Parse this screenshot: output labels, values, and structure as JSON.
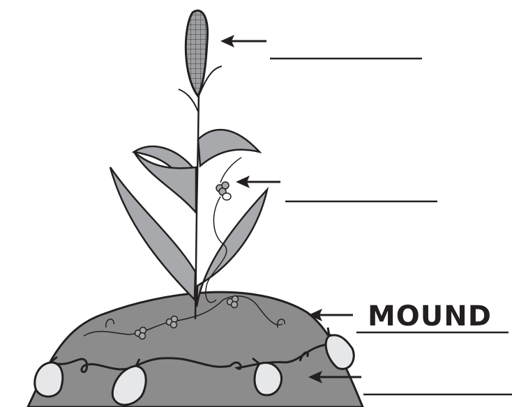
{
  "labels": [
    {
      "id": "corn-ear",
      "text": ""
    },
    {
      "id": "bean",
      "text": ""
    },
    {
      "id": "mound",
      "text": "MOUND"
    },
    {
      "id": "squash",
      "text": ""
    }
  ],
  "colors": {
    "outline": "#231f20",
    "leaf_fill": "#a7a9ac",
    "mound_fill": "#8c8c8c",
    "light_fill": "#e6e7e8",
    "background": "#ffffff"
  }
}
